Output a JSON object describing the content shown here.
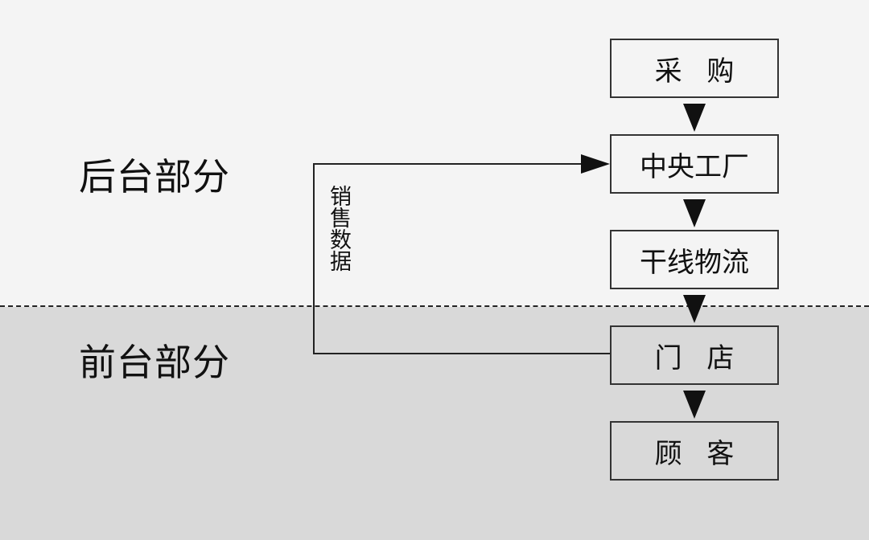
{
  "zones": {
    "back_label": "后台部分",
    "front_label": "前台部分"
  },
  "nodes": {
    "purchase": "采 购",
    "central_factory": "中央工厂",
    "trunk_logistics": "干线物流",
    "store": "门 店",
    "customer": "顾 客"
  },
  "feedback": {
    "label": "销售数据"
  },
  "colors": {
    "back_background": "#f4f4f4",
    "front_background": "#d9d9d9",
    "line": "#222222"
  }
}
